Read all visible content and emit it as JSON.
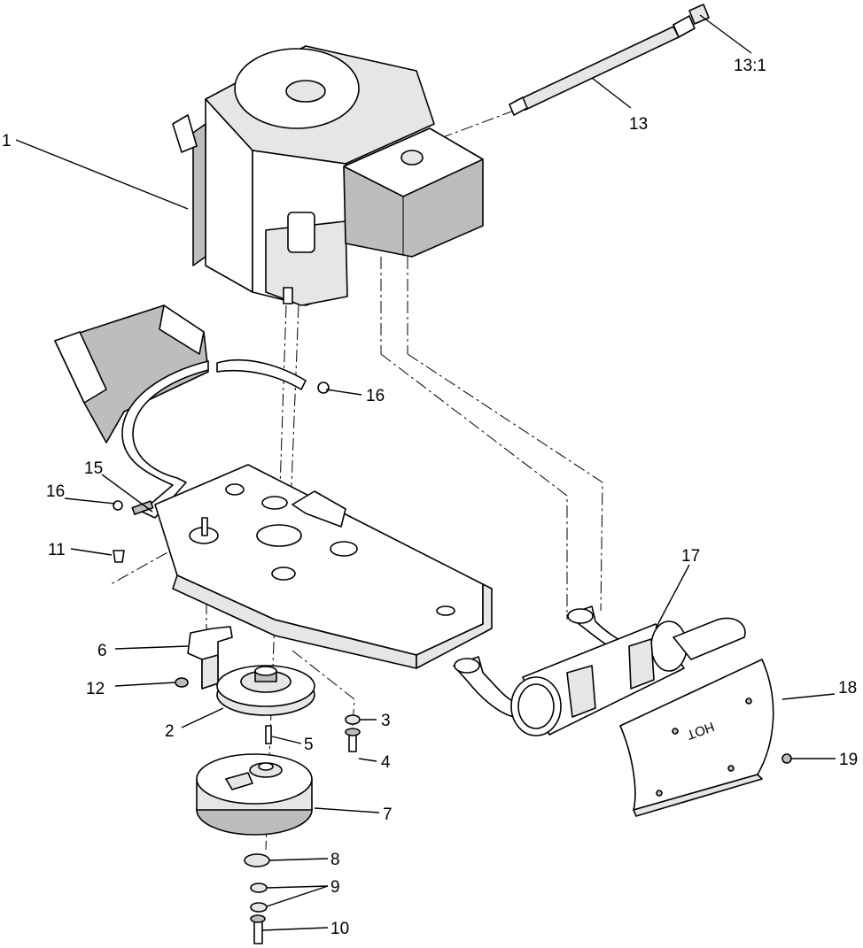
{
  "callouts": {
    "c1": "1",
    "c2": "2",
    "c3": "3",
    "c4": "4",
    "c5": "5",
    "c6": "6",
    "c7": "7",
    "c8": "8",
    "c9": "9",
    "c10": "10",
    "c11": "11",
    "c12": "12",
    "c13": "13",
    "c13_1": "13:1",
    "c15": "15",
    "c16_upper": "16",
    "c16_lower": "16",
    "c17": "17",
    "c18": "18",
    "c19": "19"
  },
  "heat_shield_marking": "HOT"
}
